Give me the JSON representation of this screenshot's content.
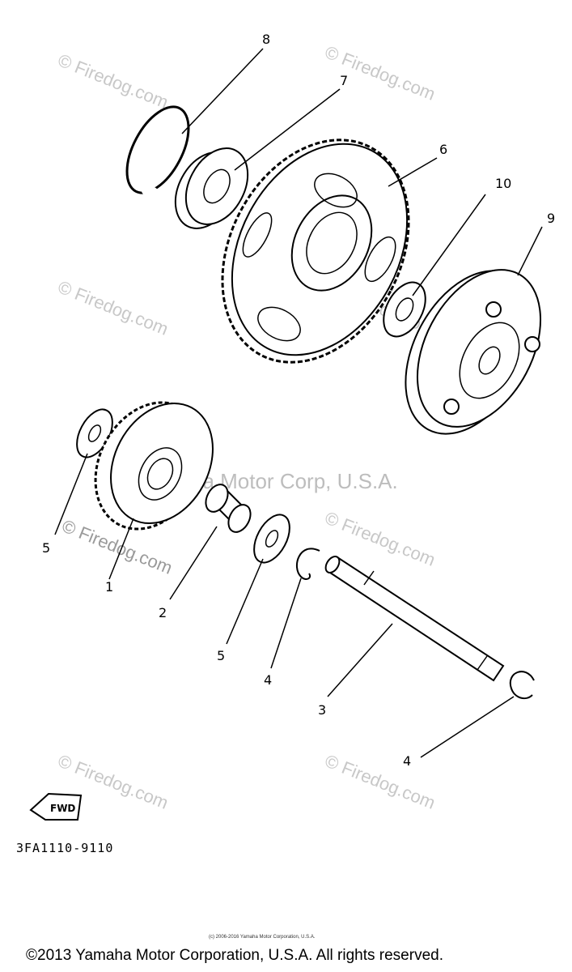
{
  "watermark": {
    "text": "© Firedog.com",
    "center_text": "Yamaha Motor Corp, U.S.A."
  },
  "callouts": {
    "p1": "1",
    "p2": "2",
    "p3": "3",
    "p4a": "4",
    "p4b": "4",
    "p5a": "5",
    "p5b": "5",
    "p6": "6",
    "p7": "7",
    "p8": "8",
    "p9": "9",
    "p10": "10"
  },
  "direction_tag": "FWD",
  "diagram_code": "3FA1110-9110",
  "small_copyright": "(c) 2006-2016 Yamaha Motor Corporation, U.S.A.",
  "footer_copyright": "©2013 Yamaha Motor Corporation, U.S.A. All rights reserved."
}
